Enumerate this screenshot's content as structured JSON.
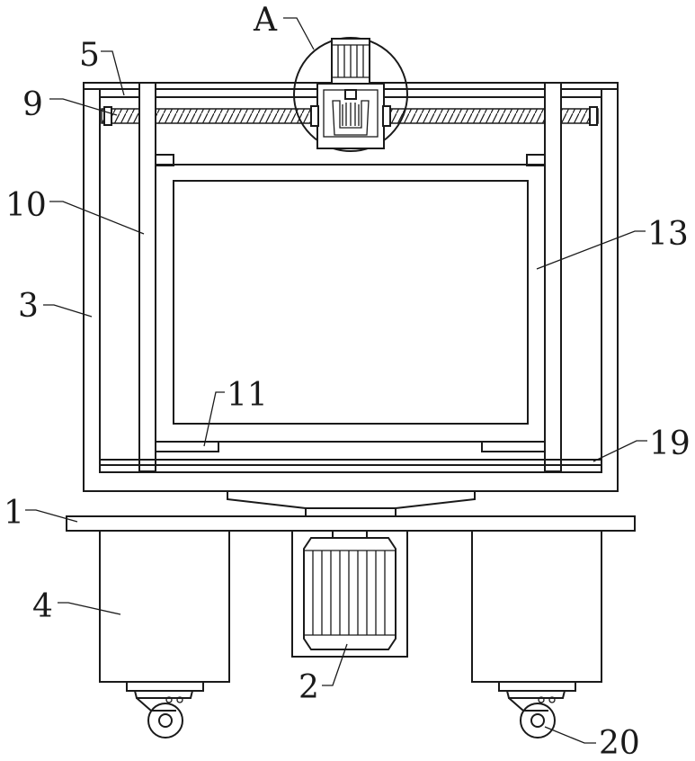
{
  "figure": {
    "labels": {
      "A": "A",
      "n5": "5",
      "n9": "9",
      "n10": "10",
      "n3": "3",
      "n13": "13",
      "n11": "11",
      "n19": "19",
      "n1": "1",
      "n4": "4",
      "n2": "2",
      "n20": "20"
    }
  },
  "colors": {
    "line": "#1a1a1a",
    "background": "#ffffff"
  }
}
